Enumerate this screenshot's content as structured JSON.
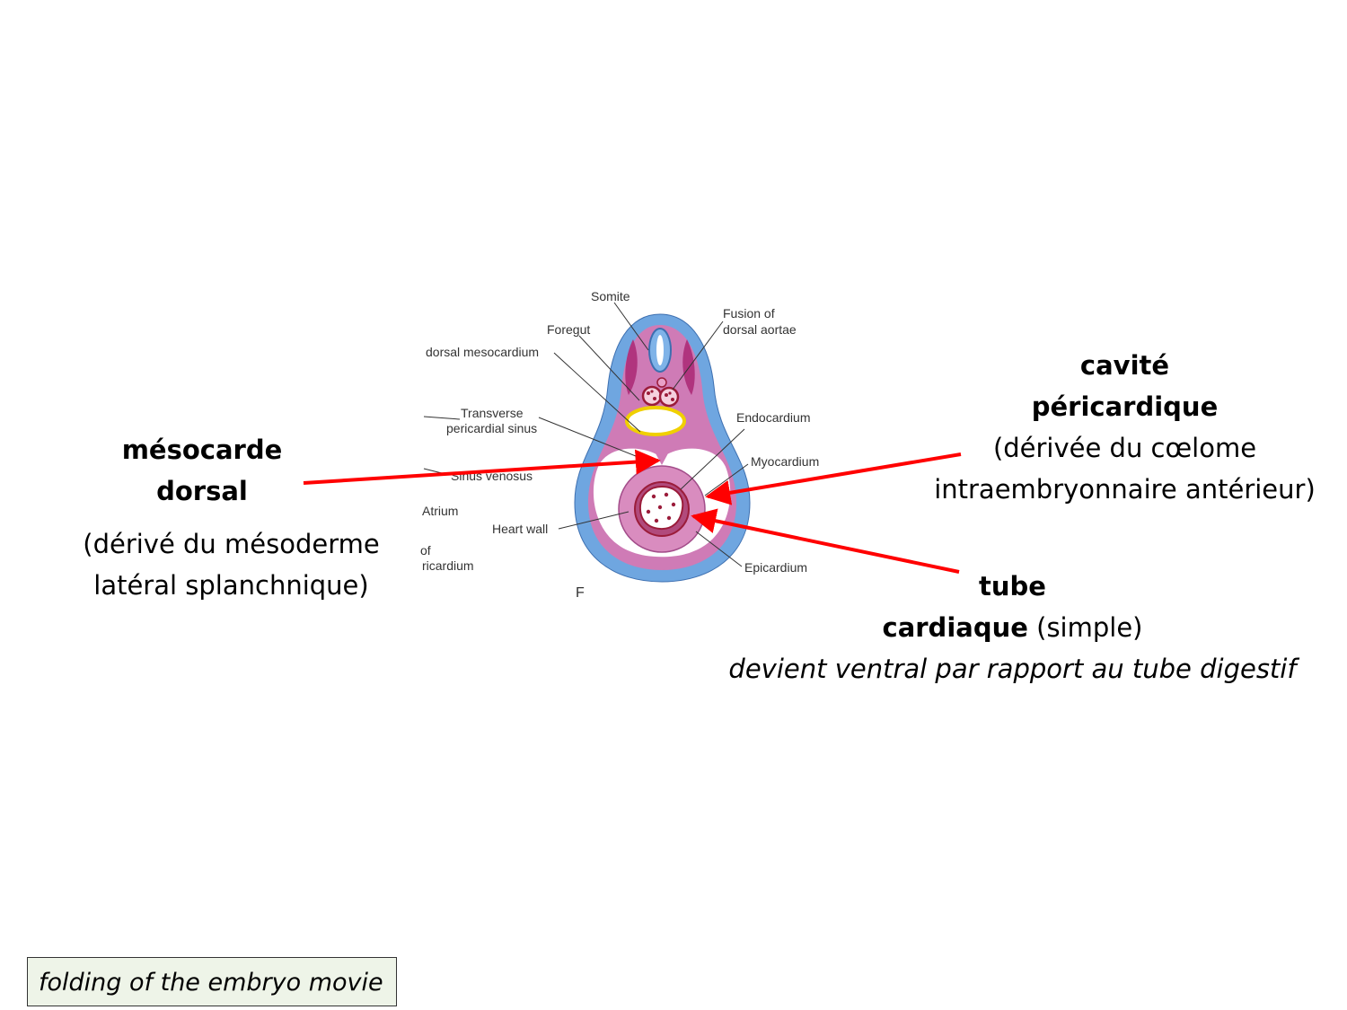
{
  "diagram": {
    "labels": {
      "somite": "Somite",
      "foregut": "Foregut",
      "fusion_1": "Fusion of",
      "fusion_2": "dorsal aortae",
      "dorsal_mesocardium": "dorsal mesocardium",
      "transverse_1": "Transverse",
      "transverse_2": "pericardial sinus",
      "endocardium": "Endocardium",
      "myocardium": "Myocardium",
      "sinus_venosus": "Sinus venosus",
      "atrium": "Atrium",
      "heart_wall": "Heart wall",
      "of_fragment": "of",
      "pericardium_fragment": "ricardium",
      "epicardium": "Epicardium",
      "panel_letter": "F"
    },
    "colors": {
      "ectoderm_blue": "#6fa6e0",
      "mesoderm_pink": "#cf7bb6",
      "dark_red": "#9b1c3a",
      "arrow_red": "#ff0000",
      "yellow_outline": "#f0d000"
    }
  },
  "annotations": {
    "mesocarde": {
      "title_line1": "mésocarde",
      "title_line2": "dorsal",
      "desc_line1": "(dérivé du mésoderme",
      "desc_line2": "latéral splanchnique)"
    },
    "cavite": {
      "title_line1": "cavité",
      "title_line2": "péricardique",
      "desc_line1": "(dérivée du cœlome",
      "desc_line2": "intraembryonnaire antérieur)"
    },
    "tube": {
      "title_line1": "tube",
      "title_bold2": "cardiaque",
      "title_rest2": " (simple)",
      "italic_line": "devient ventral par rapport au tube digestif"
    }
  },
  "movie_link": {
    "label": "folding of the embryo movie"
  }
}
